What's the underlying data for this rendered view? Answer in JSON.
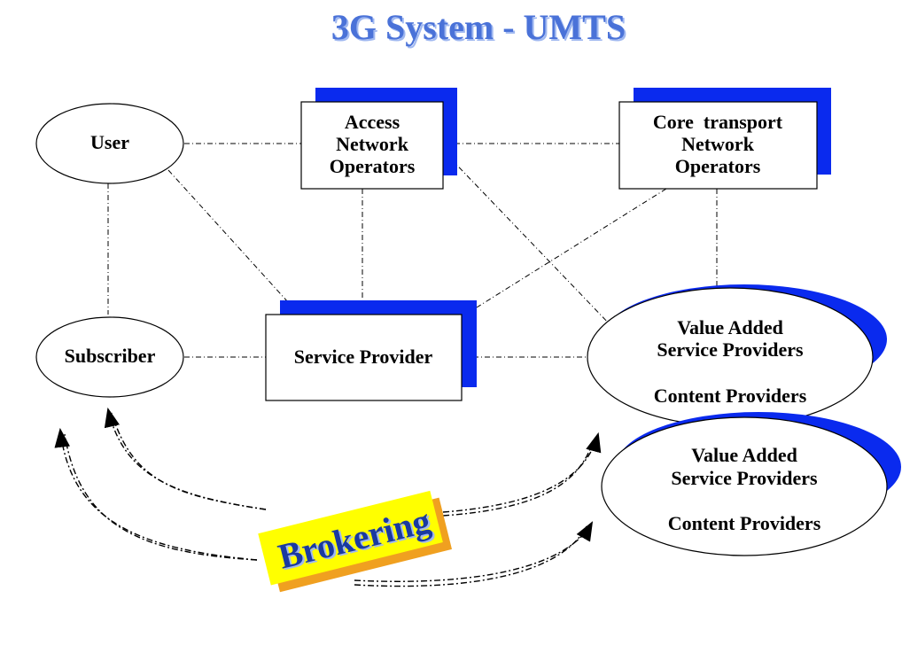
{
  "title": {
    "part1": "3G System - ",
    "part2": "UMTS"
  },
  "nodes": {
    "user": {
      "label": "User"
    },
    "subscriber": {
      "label": "Subscriber"
    },
    "access_network": {
      "lines": [
        "Access",
        "Network",
        "Operators"
      ]
    },
    "core_transport": {
      "lines": [
        "Core  transport",
        "Network",
        "Operators"
      ]
    },
    "service_provider": {
      "label": "Service Provider"
    },
    "vas_top": {
      "line1": "Value Added",
      "line2": "Service Providers",
      "line3": "Content Providers"
    },
    "vas_bottom": {
      "line1": "Value Added",
      "line2": "Service Providers",
      "line3": "Content Providers"
    }
  },
  "brokering": {
    "label": "Brokering"
  },
  "colors": {
    "title_fill": "#4a72d8",
    "title_shadow": "#a0b8f0",
    "shadow_blue": "#0a2aee",
    "broker_yellow": "#ffff00",
    "broker_orange": "#f0a020",
    "broker_text": "#1a3aa0",
    "line": "#000000"
  }
}
